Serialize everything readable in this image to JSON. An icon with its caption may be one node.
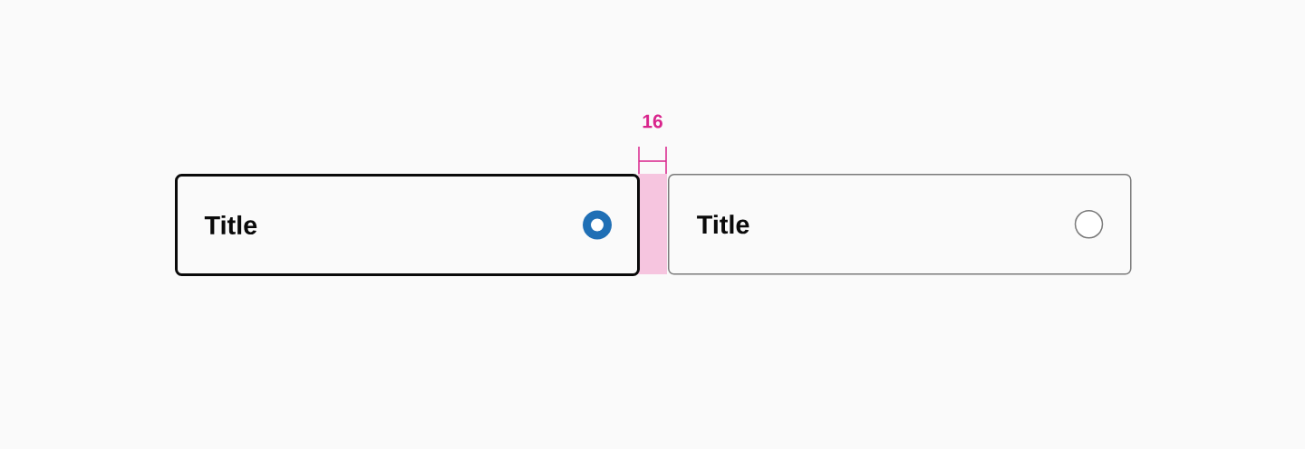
{
  "diagram": {
    "nodes": [
      {
        "text": [
          "Title"
        ]
      },
      {
        "text": [
          "Title"
        ]
      }
    ],
    "labels": [
      "16"
    ]
  }
}
